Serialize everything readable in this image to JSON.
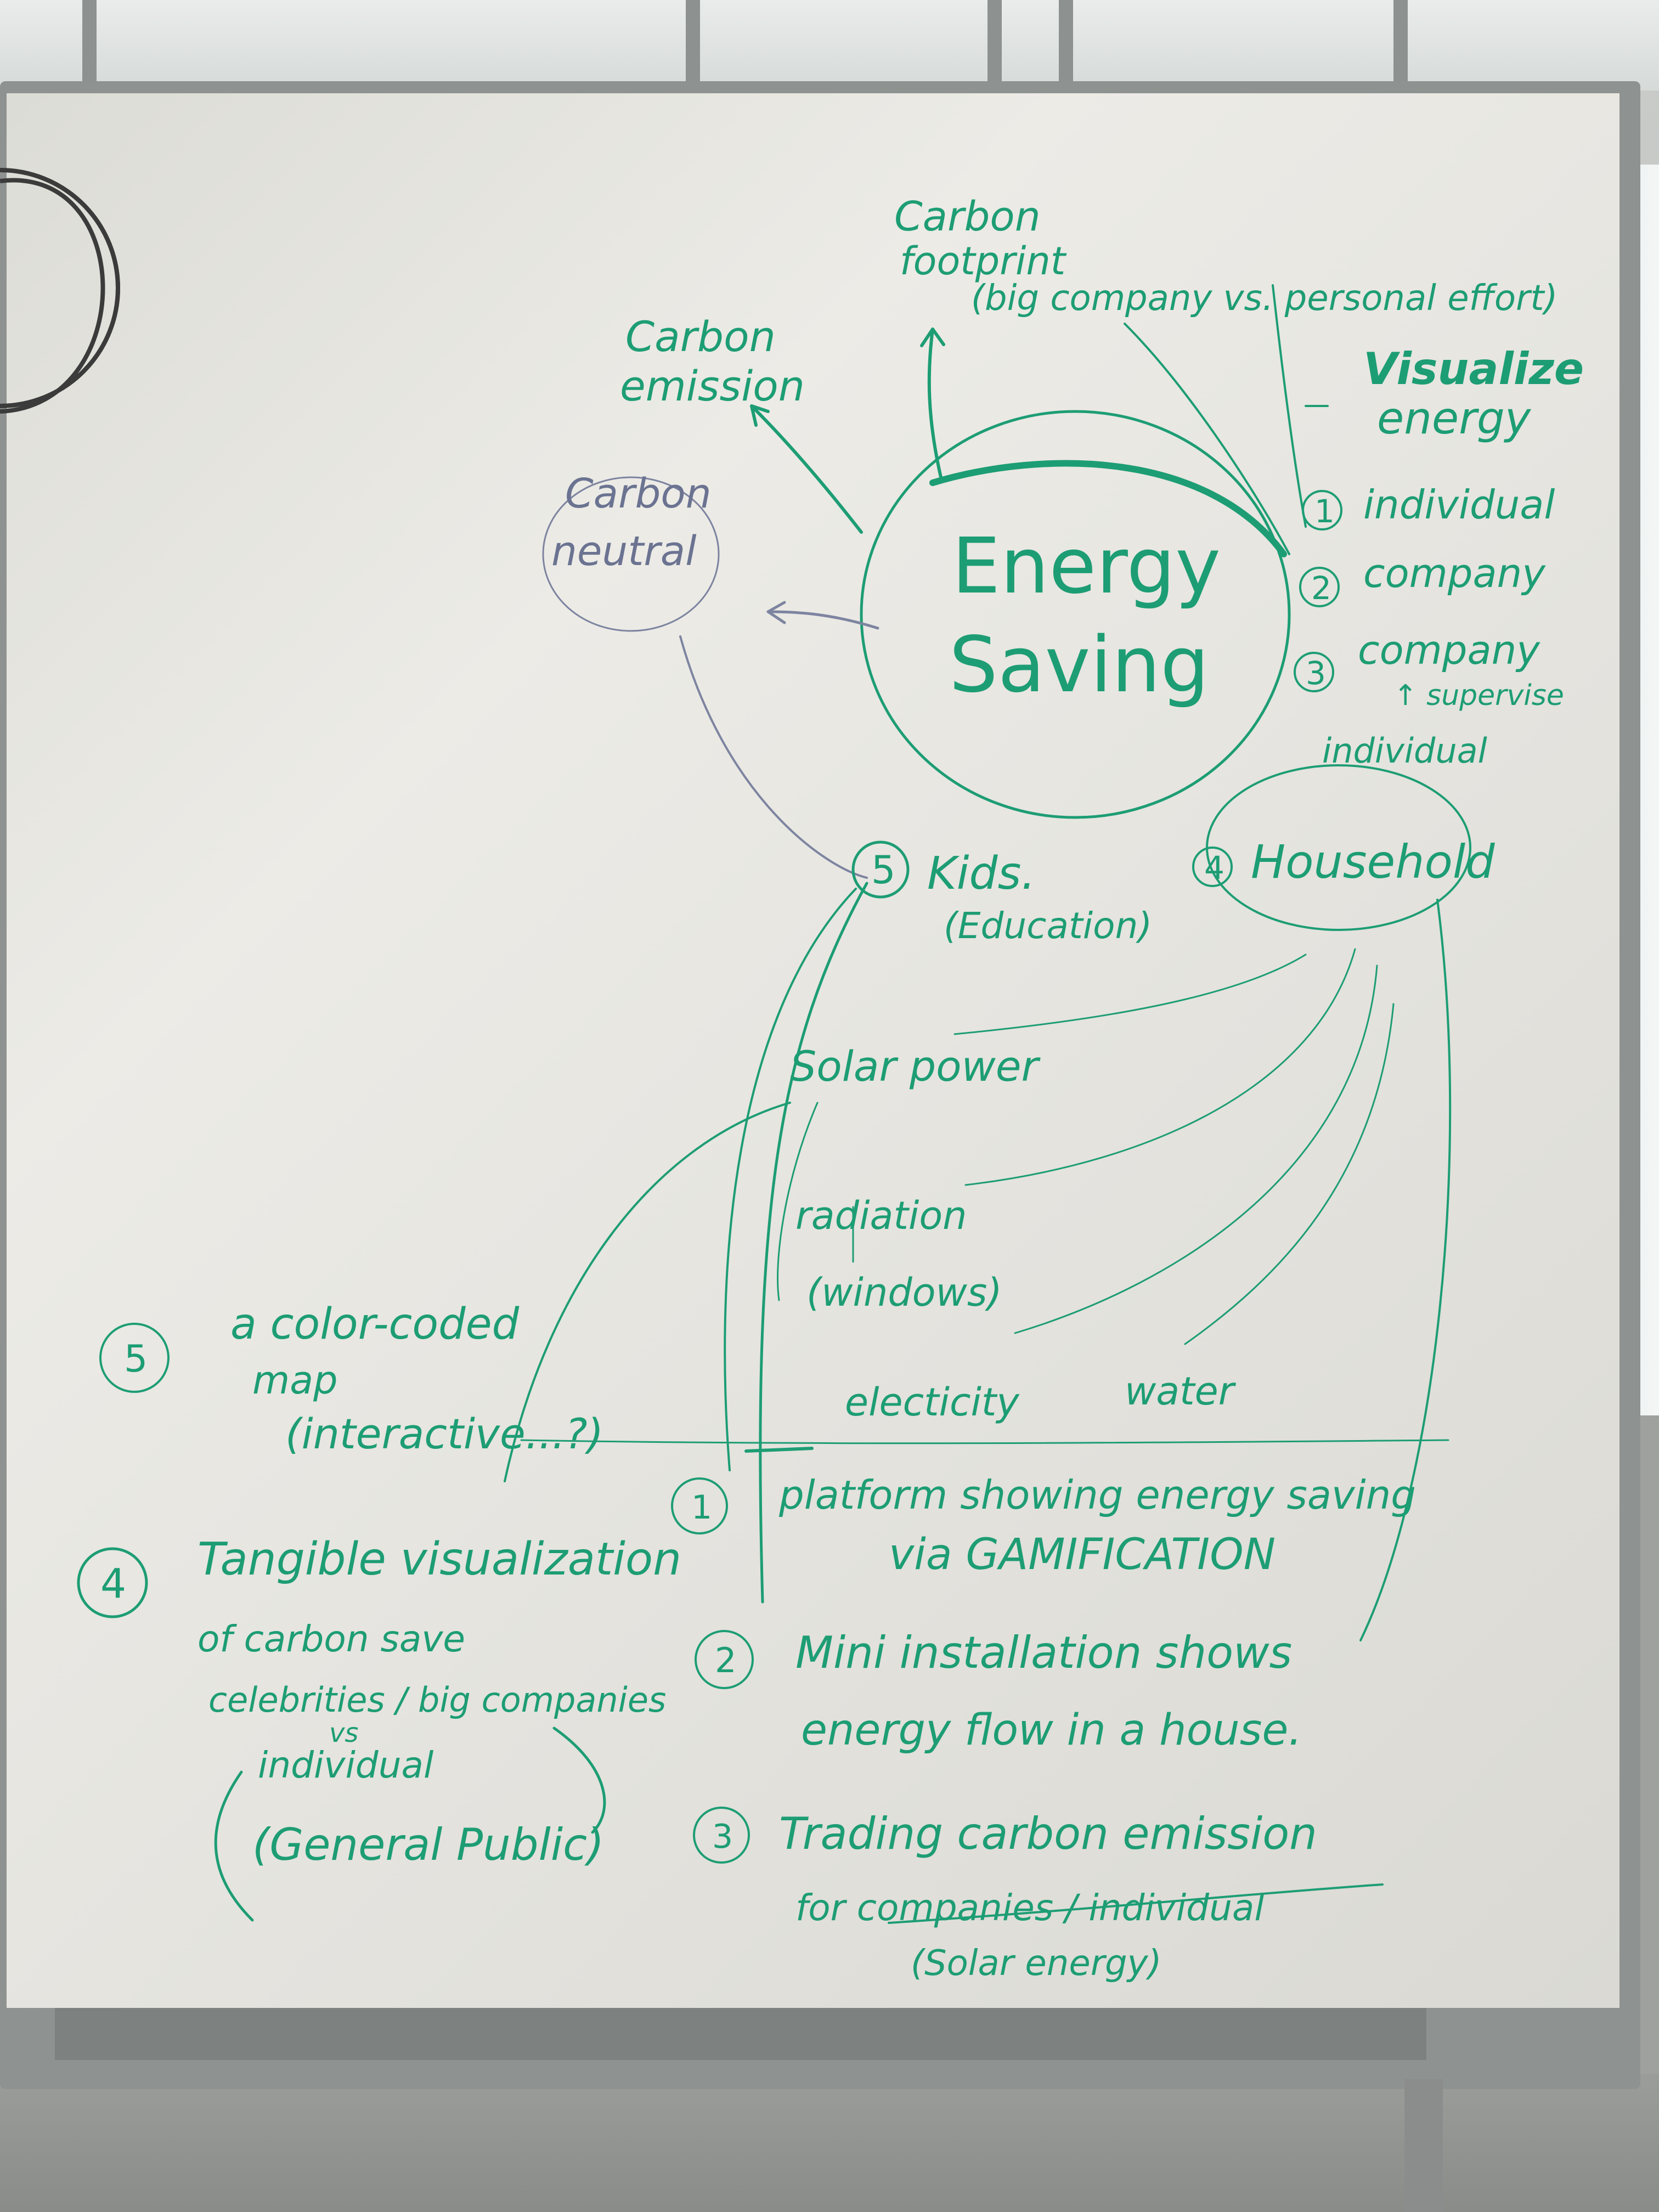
{
  "colors": {
    "ink_green": "#1d9d74",
    "ink_navy": "#6b7391",
    "board": "#e6e5e0"
  },
  "board": {
    "center": {
      "line1": "Energy",
      "line2": "Saving"
    },
    "carbon_emission": {
      "line1": "Carbon",
      "line2": "emission"
    },
    "carbon_neutral": {
      "line1": "Carbon",
      "line2": "neutral"
    },
    "carbon_footprint": {
      "line1": "Carbon",
      "line2": "footprint",
      "line3": "(big company vs. personal effort)"
    },
    "visualize": {
      "line1": "Visualize",
      "line2": "energy"
    },
    "list": [
      {
        "num": "1",
        "text": "individual"
      },
      {
        "num": "2",
        "text": "company"
      },
      {
        "num": "3",
        "text": "company"
      }
    ],
    "supervise": "↑ supervise",
    "individual_3": "individual",
    "household": {
      "num": "4",
      "text": "Household"
    },
    "kids": {
      "num": "5",
      "line1": "Kids.",
      "line2": "(Education)"
    },
    "solar_power": "Solar power",
    "radiation": "radiation",
    "windows": "(windows)",
    "electricity": "electicity",
    "water": "water",
    "ideas": [
      {
        "num": "5",
        "line1": "a color-coded",
        "line2": "map",
        "line3": "(interactive...?)"
      },
      {
        "num": "4",
        "line1": "Tangible visualization",
        "line2": "of carbon save",
        "line3": "celebrities / big companies",
        "line4": "vs",
        "line5": "individual",
        "line6": "(General Public)"
      },
      {
        "num": "1",
        "line1": "platform showing energy saving",
        "line2": "via GAMIFICATION"
      },
      {
        "num": "2",
        "line1": "Mini installation shows",
        "line2": "energy flow in a house."
      },
      {
        "num": "3",
        "line1": "Trading carbon emission",
        "line2": "for companies / individual",
        "line3": "(Solar energy)"
      }
    ]
  }
}
